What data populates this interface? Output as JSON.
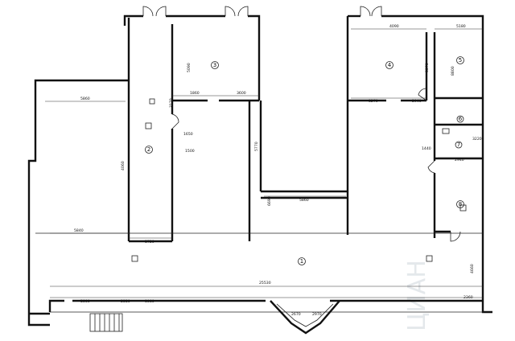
{
  "plan": {
    "rooms": [
      {
        "id": "room-1",
        "label": "1"
      },
      {
        "id": "room-2",
        "label": "2"
      },
      {
        "id": "room-3",
        "label": "3"
      },
      {
        "id": "room-4",
        "label": "4"
      },
      {
        "id": "room-5",
        "label": "5"
      },
      {
        "id": "room-6",
        "label": "6"
      },
      {
        "id": "room-7",
        "label": "7"
      },
      {
        "id": "room-8",
        "label": "8"
      }
    ],
    "dimensions": {
      "d_25530": "25530",
      "d_5840": "5840",
      "d_5860": "5860",
      "d_5720": "5720",
      "d_5860b": "5860",
      "d_3870": "3870",
      "d_3600": "3600",
      "d_1860": "1860",
      "d_4090": "4090",
      "d_5180": "5180",
      "d_3270": "3270",
      "d_2940": "2940",
      "d_2940b": "2940",
      "d_3220": "3220",
      "d_1440": "1440",
      "d_1650": "1650",
      "d_1500": "1500",
      "d_5000": "5000",
      "d_3080": "3080",
      "d_2360": "2360",
      "d_4660": "4660",
      "d_2350": "2350",
      "d_6690": "6690",
      "d_8800": "8800",
      "d_5770": "5770",
      "d_5090": "5090",
      "d_2670": "2670",
      "d_2970": "2970",
      "d_4060": "4060",
      "d_3170": "3170"
    },
    "watermark": "ЦИАН"
  },
  "colors": {
    "wall": "#111111",
    "watermark": "#cfd6dc"
  }
}
